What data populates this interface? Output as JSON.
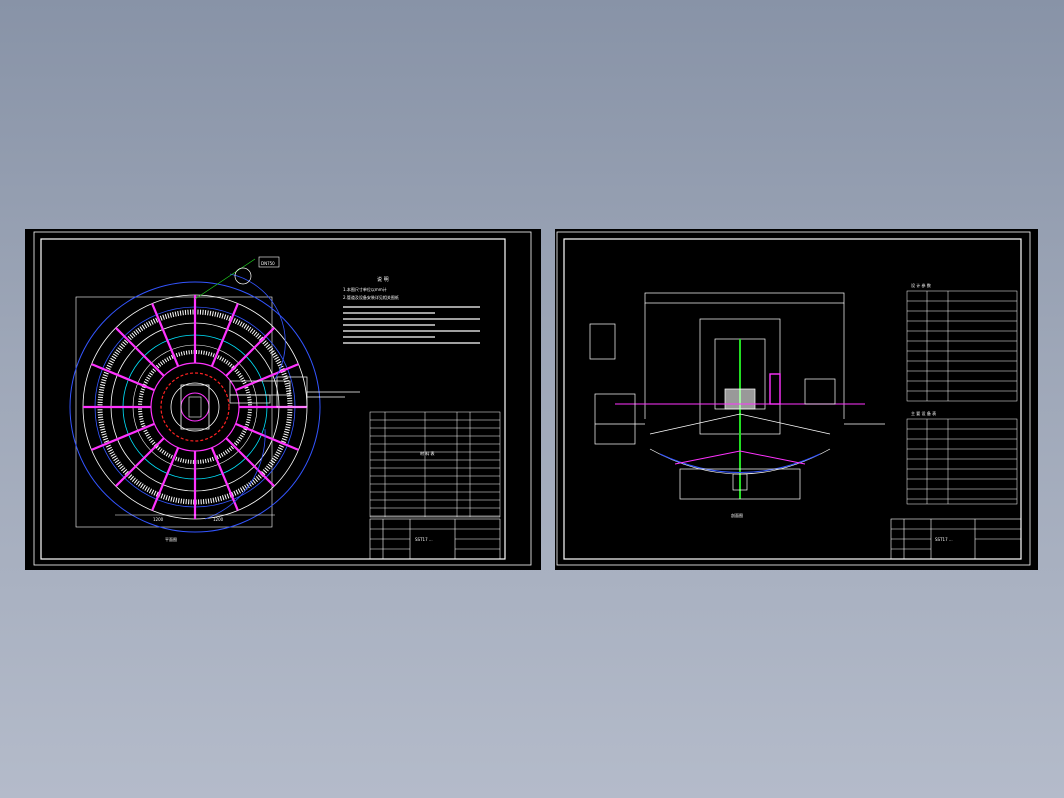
{
  "sheets": [
    {
      "id": "left",
      "labels": {
        "plan_title": "平面图",
        "notes_heading": "说 明",
        "note_1": "1.本图尺寸单位以mm计",
        "note_2": "2.管道及设备安装详见相关图纸",
        "title_block_name": "SST17 ...",
        "diameter_label": "DN750",
        "table_heading": "材 料 表",
        "dim_a": "1200",
        "dim_b": "1200"
      }
    },
    {
      "id": "right",
      "labels": {
        "section_title": "剖面图",
        "table_1_heading": "设 计 参 数",
        "table_2_heading": "主 要 设 备 表",
        "title_block_name": "SST17 ..."
      }
    }
  ],
  "colors": {
    "paper": "#000000",
    "frame": "#ffffff",
    "magenta": "#ff33ff",
    "blue": "#3355ff",
    "cyan": "#00e5ff",
    "green": "#22dd22",
    "red": "#ff2222",
    "yellow": "#ffff33"
  }
}
